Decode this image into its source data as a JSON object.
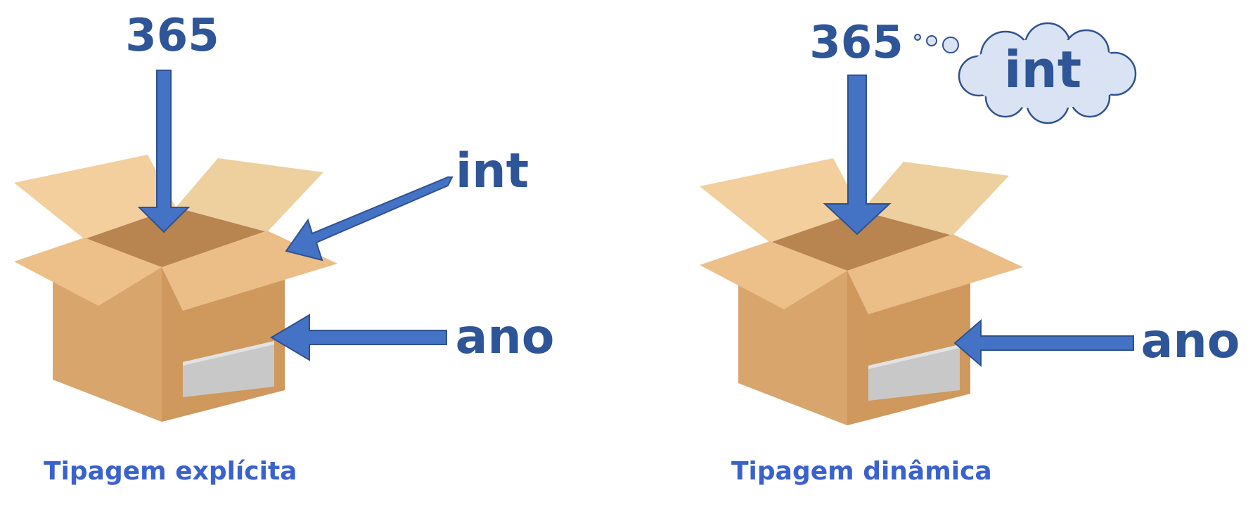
{
  "left": {
    "value": "365",
    "type_label": "int",
    "name_label": "ano",
    "caption": "Tipagem explícita"
  },
  "right": {
    "value": "365",
    "thought_type": "int",
    "name_label": "ano",
    "caption": "Tipagem dinâmica"
  },
  "colors": {
    "text": "#2e5597",
    "arrow": "#4472c4",
    "caption": "#3a62cc",
    "cloud_fill": "#dae3f3",
    "box_side": "#d6a369",
    "box_front": "#d09a60",
    "box_flap": "#edc28b",
    "label_patch": "#c8c8c8"
  }
}
